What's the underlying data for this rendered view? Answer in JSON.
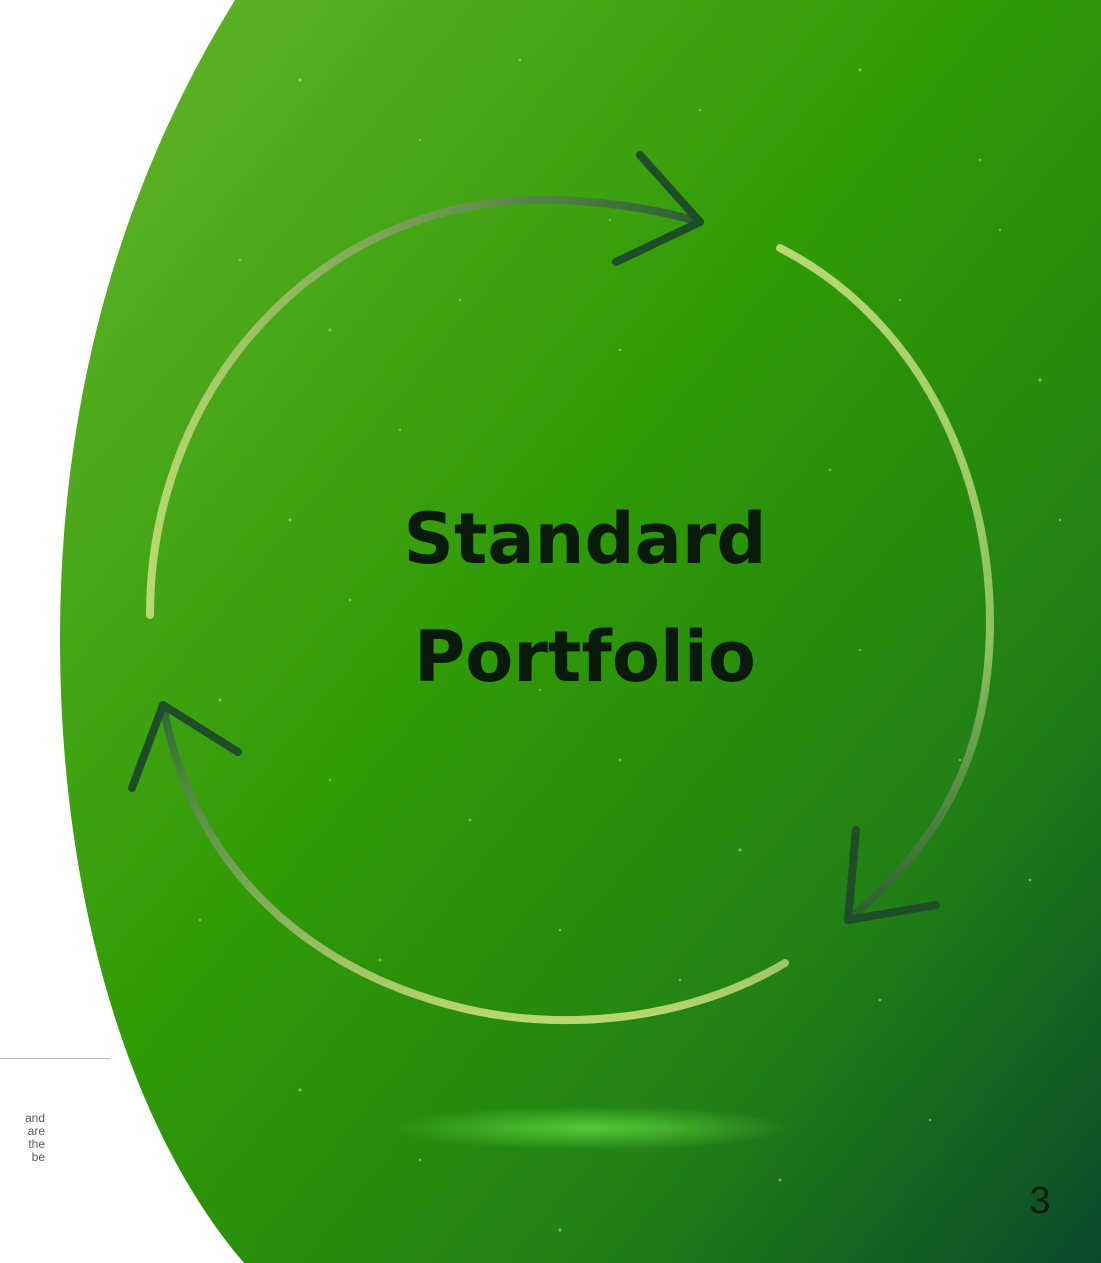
{
  "slide": {
    "title_lines": [
      "Standard",
      "Portfolio"
    ],
    "page_number": "3",
    "side_text_lines": [
      "and",
      "are",
      "the",
      "be"
    ]
  },
  "colors": {
    "background": "#ffffff",
    "green_light": "#5fb320",
    "green_mid": "#2f9a05",
    "green_dark": "#0c4d2a",
    "arc_light": "#b3d46a",
    "arc_dark": "#1d4a23",
    "title_text": "#0a1a0a"
  },
  "icons": {
    "cycle": "circular-arrows-icon"
  }
}
